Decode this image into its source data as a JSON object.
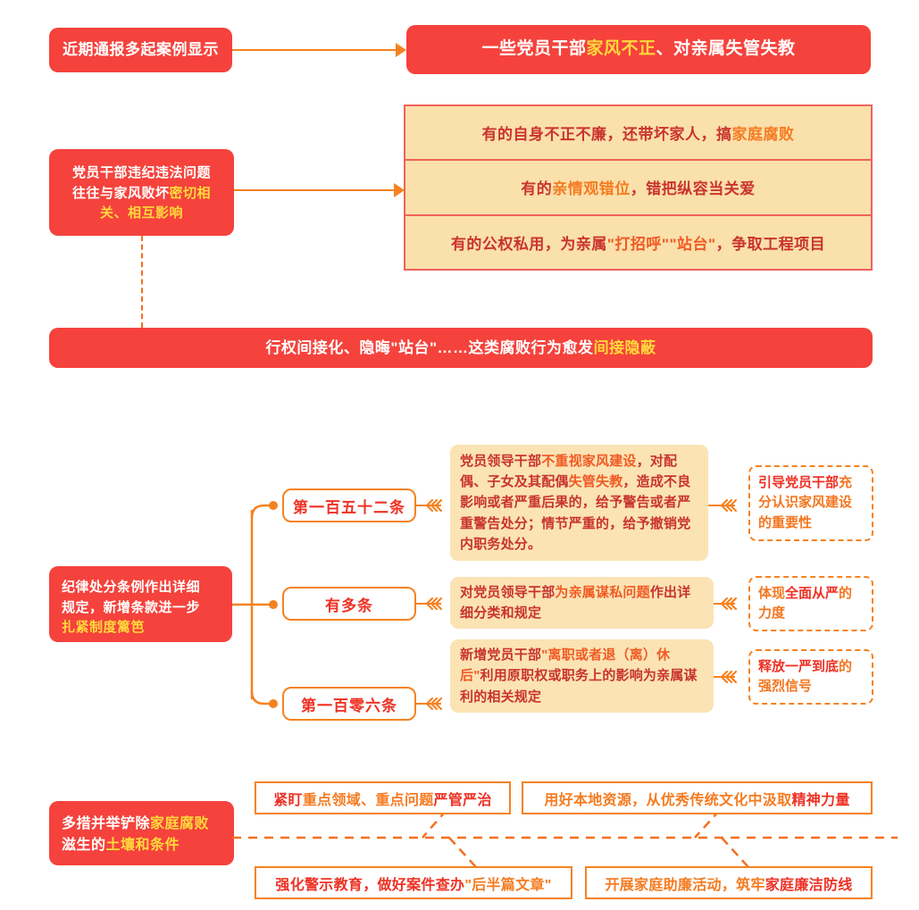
{
  "colors": {
    "red": "#f5423c",
    "orange": "#f58220",
    "yellow_highlight": "#ffd93b",
    "peach_fill": "#fae0ab",
    "card_fill": "#fbe3b4",
    "dark_red_text": "#c9342e"
  },
  "section1": {
    "source_label": "近期通报多起案例显示",
    "headline": {
      "pre": "一些党员干部",
      "highlight": "家风不正",
      "post": "、对亲属失管失教"
    }
  },
  "section2": {
    "left_box": {
      "line1": "党员干部违纪违法问题",
      "line2_pre": "往往与家风败坏",
      "line2_hl": "密切相",
      "line3_hl": "关、相互影响"
    },
    "rows": [
      {
        "pre": "有的自身不正不廉，还带坏家人，搞",
        "hl": "家庭腐败",
        "post": ""
      },
      {
        "pre": "有的",
        "hl": "亲情观错位",
        "post": "，错把纵容当关爱"
      },
      {
        "pre": "有的公权私用，为亲属",
        "hl": "\"打招呼\"\"站台\"",
        "post": "，争取工程项目"
      }
    ],
    "banner": {
      "pre": "行权间接化、隐晦\"站台\"……这类腐败行为愈发",
      "highlight": "间接隐蔽"
    }
  },
  "section3": {
    "left_box": {
      "line1": "纪律处分条例作出详细",
      "line2": "规定，新增条款进一步",
      "line3_hl": "扎紧制度篱笆"
    },
    "branches": [
      {
        "pill": "第一百五十二条",
        "card": {
          "p1": "党员领导干部",
          "h1": "不重视家风建设",
          "p2": "，对配偶、子女及其配偶",
          "h2": "失管失教",
          "p3": "，造成不良影响或者严重后果的，给予警告或者严重警告处分；情节严重的，给予撤销党内职务处分。"
        },
        "result": {
          "h": "引导党员干部",
          "t": "充分认识家风建设的重要性"
        }
      },
      {
        "pill": "有多条",
        "card": {
          "p1": "对党员领导干部",
          "h1": "为亲属谋私问题",
          "p2": "作出详细分类和规定",
          "h2": "",
          "p3": ""
        },
        "result": {
          "h": "体现",
          "t2": "全面从严",
          "t": "的力度"
        }
      },
      {
        "pill": "第一百零六条",
        "card": {
          "p1": "新增党员干部",
          "h1": "\"离职或者退（离）休后\"",
          "p2": "利用原职权或职务上的影响为亲属谋利的相关规定",
          "h2": "",
          "p3": ""
        },
        "result": {
          "h": "释放一严到底",
          "t": "的强烈信号"
        }
      }
    ]
  },
  "section4": {
    "left_box": {
      "line1_pre": "多措并举铲除",
      "line1_hl": "家庭腐败",
      "line2_pre": "滋生的",
      "line2_hl": "土壤和条件"
    },
    "measures": [
      {
        "a": "紧盯",
        "b": "重点领域、重点问题",
        "c": "严管严治"
      },
      {
        "a": "用好本地资源，从优秀传统文化中汲取",
        "b": "",
        "c": "精神力量"
      },
      {
        "a": "强化警示教育，做好案件查办",
        "b": "",
        "c": "\"后半篇文章\""
      },
      {
        "a": "开展家庭助廉活动，筑牢",
        "b": "",
        "c": "家庭廉洁防线"
      }
    ]
  }
}
